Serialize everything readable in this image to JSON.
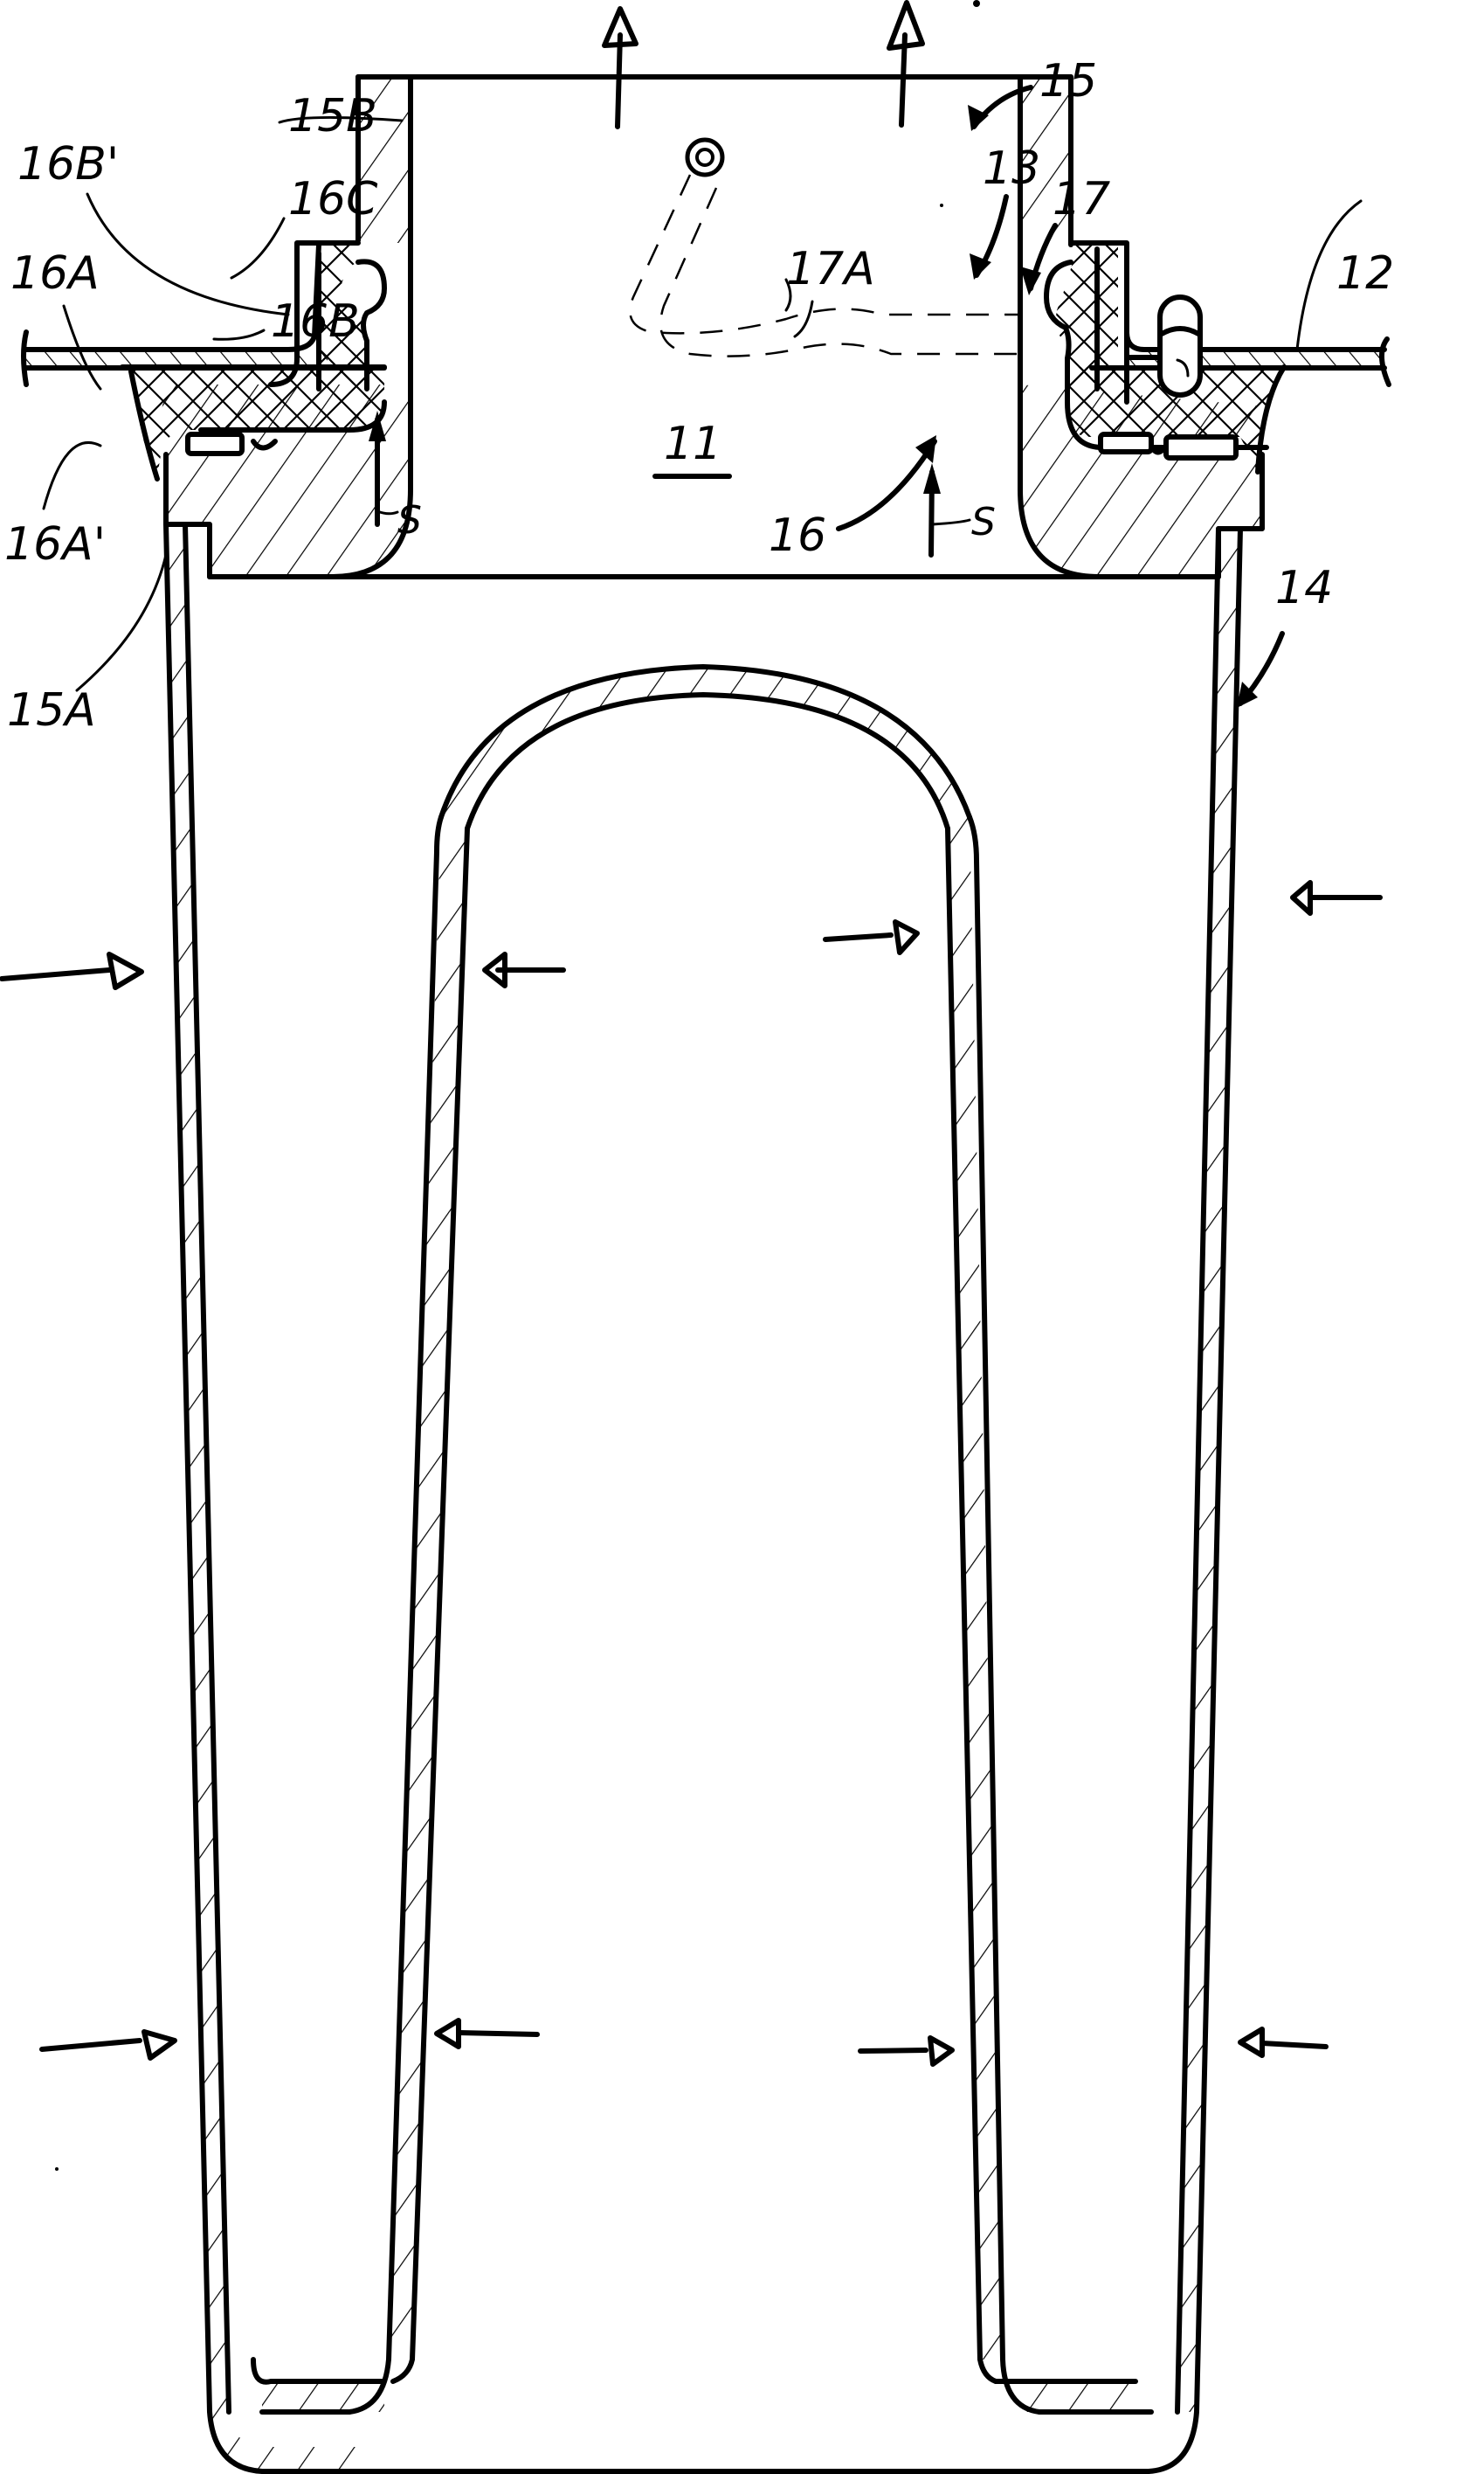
{
  "figure": {
    "type": "patent cross-section drawing",
    "subject": "filter element with header, seals and inner/outer tubular walls",
    "colors": {
      "ink": "#000000",
      "paper": "#ffffff"
    }
  },
  "labels": {
    "l11": "11",
    "l12": "12",
    "l13": "13",
    "l14": "14",
    "l15": "15",
    "l15A": "15A",
    "l15B": "15B",
    "l16": "16",
    "l16A": "16A",
    "l16A_prime": "16A'",
    "l16B": "16B",
    "l16B_prime": "16B'",
    "l16C": "16C",
    "l17": "17",
    "l17A": "17A",
    "s_left": "S",
    "s_right": "S"
  },
  "flow_arrows": {
    "outlet_up": 2,
    "inward_left_side": 4,
    "inward_right_side": 4
  }
}
